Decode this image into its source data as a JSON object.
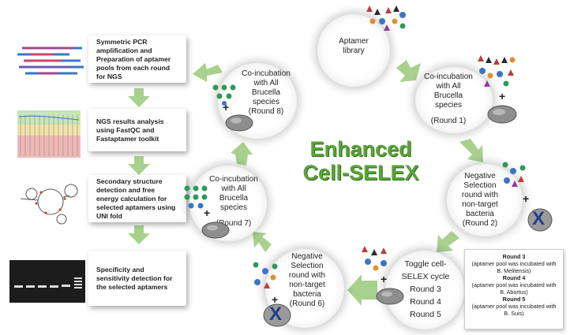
{
  "title": [
    "Enhanced",
    "Cell-SELEX"
  ],
  "circles": {
    "library": [
      "Aptamer",
      "library"
    ],
    "round1": [
      "Co-incubation",
      "with All",
      "Brucella",
      "species",
      "",
      "(Round 1)"
    ],
    "round2": [
      "Negative",
      "Selection",
      "round with",
      "non-target",
      "bacteria",
      "(Round 2)"
    ],
    "toggle": [
      "Toggle cell-",
      "SELEX cycle",
      "Round 3",
      "Round 4",
      "Round 5"
    ],
    "round6": [
      "Negative",
      "Selection",
      "round with",
      "non-target",
      "bacteria",
      "(Round 6)"
    ],
    "round7": [
      "Co-incubation",
      "with All",
      "Brucella",
      "species",
      "",
      "(Round 7)"
    ],
    "round8": [
      "Co-incubation",
      "with All",
      "Brucella",
      "species",
      "(Round 8)"
    ]
  },
  "steps": [
    "Symmetric PCR amplification and Preparation of aptamer pools from  each round for NGS",
    "NGS results analysis using FastQC and Fastaptamer toolkit",
    "Secondary structure detection and free energy calculation for selected aptamers using UNI fold",
    "Specificity and sensitivity detection for the selected aptamers"
  ],
  "notes": {
    "round3": "Round 3",
    "round3_text_a": "(aptamer pool was incubated with",
    "round3_text_b": "B. Melitensis)",
    "round4": "Round 4",
    "round4_text_a": "(aptamer pool was incubated with",
    "round4_text_b": "B. Abortus)",
    "round5": "Round 5",
    "round5_text_a": "(aptamer pool was incubated with",
    "round5_text_b": "B. Suis)"
  },
  "plus": "+",
  "x_mark": "X",
  "colors": {
    "arrow": "#a9d18e",
    "title": "#5aa339",
    "link": "#4a78c2"
  }
}
